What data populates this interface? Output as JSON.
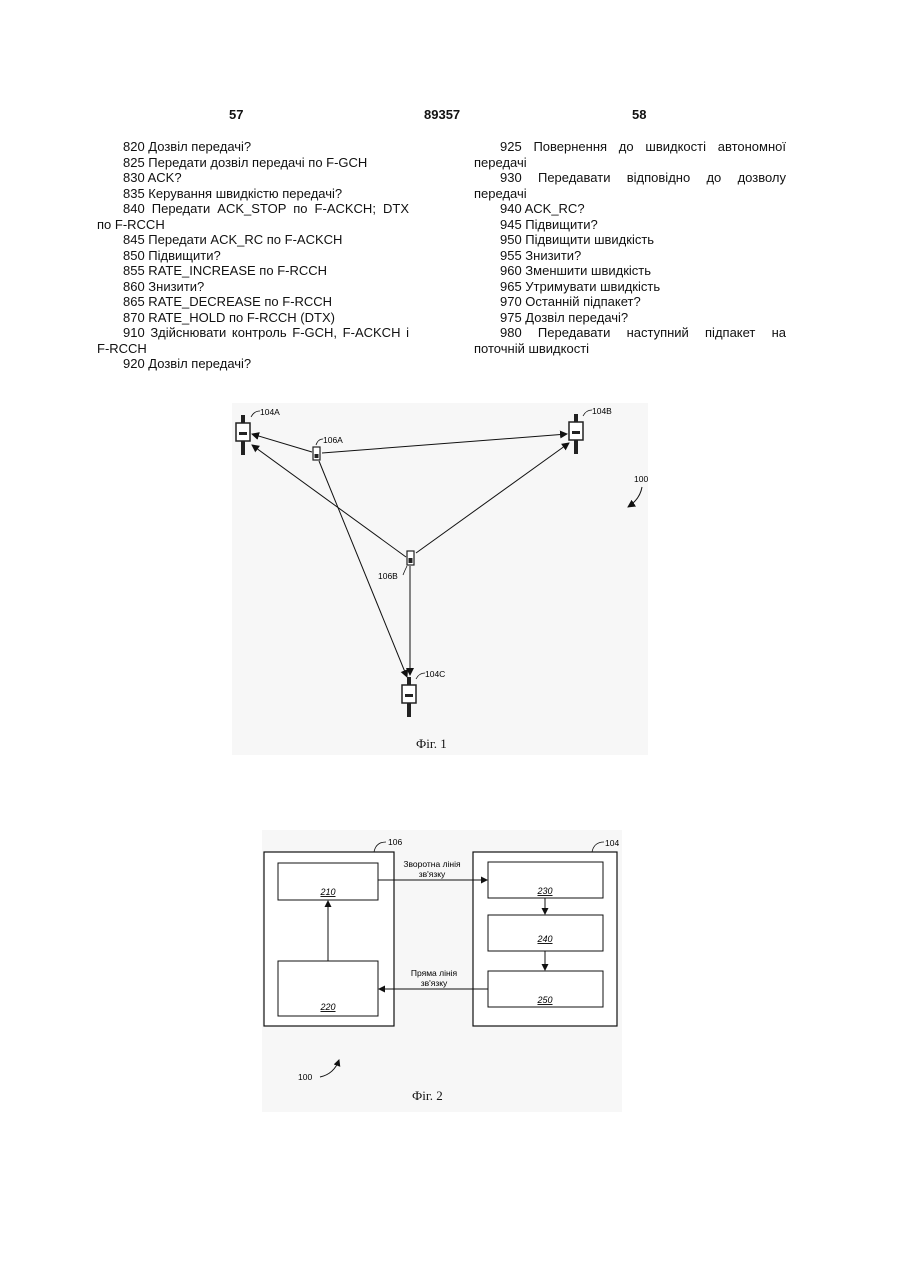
{
  "header": {
    "left_page": "57",
    "doc_number": "89357",
    "right_page": "58"
  },
  "left_column": [
    "820 Дозвіл передачі?",
    "825 Передати дозвіл передачі по F-GCH",
    "830 ACK?",
    "835 Керування швидкістю передачі?",
    "840 Передати ACK_STOP по F-ACKCH; DTX по F-RCCH",
    "845 Передати ACK_RC по F-ACKCH",
    "850 Підвищити?",
    "855 RATE_INCREASE по F-RCCH",
    "860 Знизити?",
    "865 RATE_DECREASE по F-RCCH",
    "870 RATE_HOLD по F-RCCH (DTX)",
    "910 Здійснювати контроль F-GCH, F-ACKCH і F-RCCH",
    "920 Дозвіл передачі?"
  ],
  "right_column": [
    "925 Повернення до швидкості автономної передачі",
    "930 Передавати відповідно до дозволу передачі",
    "940 ACK_RC?",
    "945 Підвищити?",
    "950 Підвищити швидкість",
    "955 Знизити?",
    "960 Зменшити швидкість",
    "965 Утримувати швидкість",
    "970 Останній підпакет?",
    "975 Дозвіл передачі?",
    "980 Передавати наступний підпакет на поточній швидкості"
  ],
  "figure1": {
    "caption": "Фіг. 1",
    "labels": {
      "bs_a": "104A",
      "bs_b": "104B",
      "bs_c": "104C",
      "ms_a": "106A",
      "ms_b": "106B",
      "system": "100"
    }
  },
  "figure2": {
    "caption": "Фіг. 2",
    "labels": {
      "terminal": "106",
      "station": "104",
      "system": "100",
      "b210": "210",
      "b220": "220",
      "b230": "230",
      "b240": "240",
      "b250": "250",
      "reverse_link_1": "Зворотна лінія",
      "reverse_link_2": "зв'язку",
      "forward_link_1": "Пряма лінія",
      "forward_link_2": "зв'язку"
    }
  }
}
